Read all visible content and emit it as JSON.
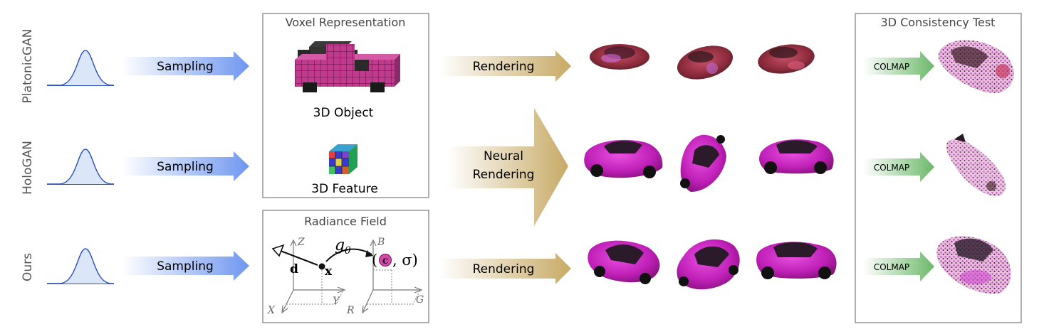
{
  "rows": [
    {
      "method": "PlatonicGAN",
      "sampling": "Sampling",
      "rendering": "Rendering",
      "colmap": "COLMAP"
    },
    {
      "method": "HoloGAN",
      "sampling": "Sampling",
      "colmap": "COLMAP"
    },
    {
      "method": "Ours",
      "sampling": "Sampling",
      "rendering": "Rendering",
      "colmap": "COLMAP"
    }
  ],
  "voxel_box": {
    "title": "Voxel Representation",
    "object_label": "3D Object",
    "feature_label": "3D Feature"
  },
  "radiance_box": {
    "title": "Radiance Field",
    "z_axis": "Z",
    "x_axis": "X",
    "y_axis": "Y",
    "b_axis": "B",
    "r_axis": "R",
    "g_axis": "G",
    "dir_label": "d",
    "point_label": "x",
    "mapping": "g",
    "mapping_sub": "θ",
    "color_symbol": "c",
    "output_rest": ", σ)",
    "output_open": "("
  },
  "neural_rendering": {
    "line1": "Neural",
    "line2": "Rendering"
  },
  "consistency_box": {
    "title": "3D Consistency Test"
  },
  "colors": {
    "sampling_arrow": "#6f97f0",
    "rendering_arrow": "#c8aa66",
    "colmap_arrow": "#6cb86a",
    "car_magenta": "#c020b8",
    "gaussian_line": "#2a4fc4",
    "box_border": "#9a9a9a"
  }
}
